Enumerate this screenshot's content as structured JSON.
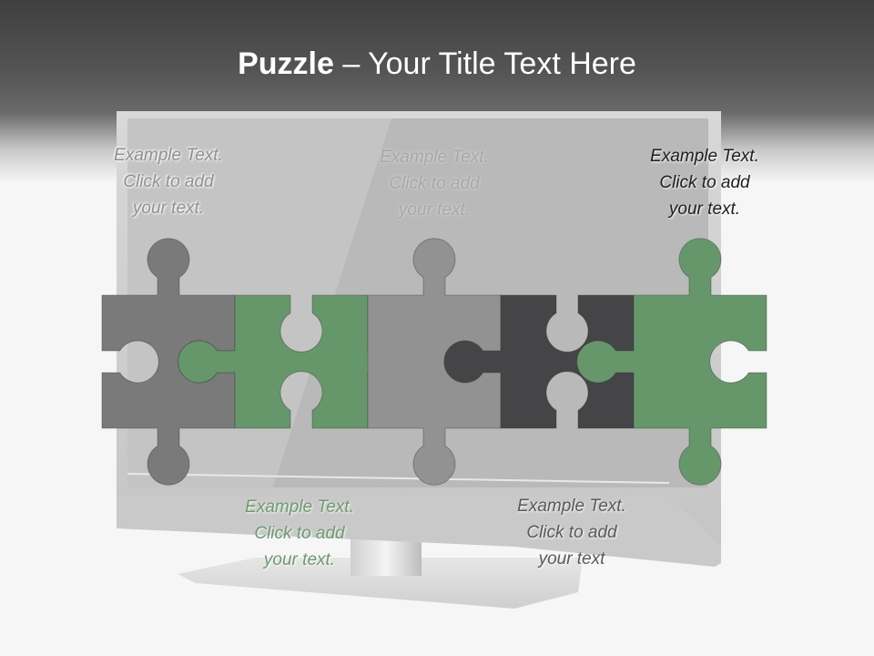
{
  "slide": {
    "title_bold": "Puzzle",
    "title_rest": " – Your Title Text Here"
  },
  "labels": [
    {
      "id": "label-1",
      "lines": [
        "Example Text.",
        "Click  to add",
        "your text."
      ]
    },
    {
      "id": "label-2",
      "lines": [
        "Example Text.",
        "Click  to add",
        "your text."
      ]
    },
    {
      "id": "label-3",
      "lines": [
        "Example Text.",
        "Click  to add",
        "your text."
      ]
    },
    {
      "id": "label-4",
      "lines": [
        "Example Text.",
        "Click  to add",
        "your text."
      ]
    },
    {
      "id": "label-5",
      "lines": [
        "Example Text.",
        "Click  to add",
        "your text"
      ]
    }
  ],
  "pieces": [
    {
      "color": "#7a7a7a"
    },
    {
      "color": "#65976a"
    },
    {
      "color": "#929292"
    },
    {
      "color": "#454547"
    },
    {
      "color": "#65976a"
    }
  ]
}
